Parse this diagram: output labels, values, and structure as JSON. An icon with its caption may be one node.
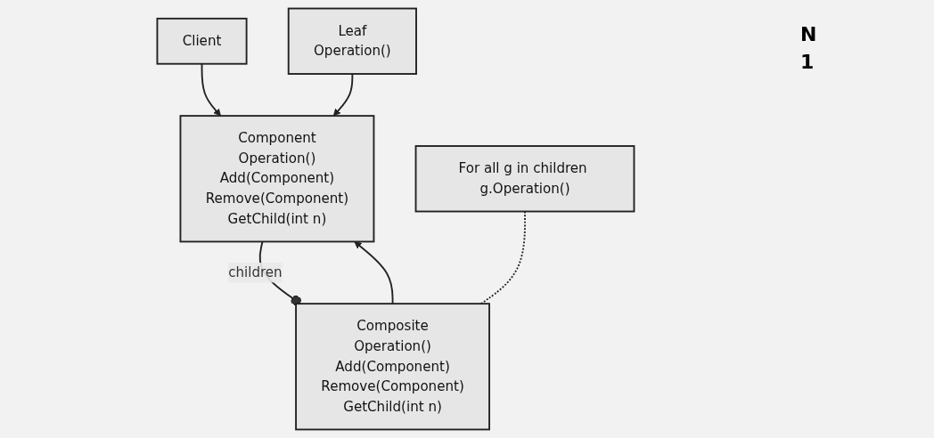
{
  "diagram": {
    "nodes": [
      {
        "text": [
          "Client"
        ]
      },
      {
        "text": [
          "Component",
          "Operation()",
          "Add(Component)",
          "Remove(Component)",
          "GetChild(int n)"
        ]
      },
      {
        "text": [
          "Leaf",
          "Operation()"
        ]
      },
      {
        "text": [
          "Composite",
          "Operation()",
          "Add(Component)",
          "Remove(Component)",
          "GetChild(int n)"
        ]
      },
      {
        "text": [
          "For all g in children g.Operation()"
        ]
      }
    ],
    "edges": [
      {
        "from": 0,
        "to": 1,
        "arrow": "to"
      },
      {
        "from": 2,
        "to": 1,
        "arrow": "to"
      },
      {
        "from": 3,
        "to": 1,
        "arrow": "to"
      },
      {
        "from": 3,
        "to": 1,
        "arrow": "other",
        "label": "children"
      },
      {
        "from": 4,
        "to": 3,
        "arrow": "none",
        "style": "dashed"
      }
    ],
    "labels": [
      "N",
      "1"
    ]
  }
}
